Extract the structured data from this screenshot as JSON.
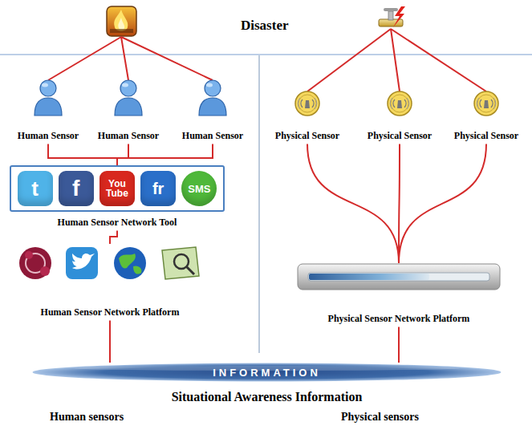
{
  "diagram": {
    "title": "Disaster",
    "nodes": [
      {
        "text": [
          "Human Sensor"
        ]
      },
      {
        "text": [
          "Human Sensor"
        ]
      },
      {
        "text": [
          "Human Sensor"
        ]
      },
      {
        "text": [
          "Human Sensor Network Tool"
        ]
      },
      {
        "text": [
          "Human Sensor Network Platform"
        ]
      },
      {
        "text": [
          "Physical Sensor"
        ]
      },
      {
        "text": [
          "Physical Sensor"
        ]
      },
      {
        "text": [
          "Physical Sensor"
        ]
      },
      {
        "text": [
          "Physical Sensor Network Platform"
        ]
      },
      {
        "text": [
          "INFORMATION",
          "Situational Awareness Information"
        ]
      }
    ],
    "edges": [
      {
        "from": 0,
        "to": 3,
        "arrow": "none"
      },
      {
        "from": 1,
        "to": 3,
        "arrow": "none"
      },
      {
        "from": 2,
        "to": 3,
        "arrow": "none"
      },
      {
        "from": 3,
        "to": 4,
        "arrow": "none"
      },
      {
        "from": 4,
        "to": 9,
        "arrow": "none"
      },
      {
        "from": 5,
        "to": 8,
        "arrow": "none"
      },
      {
        "from": 6,
        "to": 8,
        "arrow": "none"
      },
      {
        "from": 7,
        "to": 8,
        "arrow": "none"
      },
      {
        "from": 8,
        "to": 9,
        "arrow": "none"
      }
    ],
    "labels": [
      "t",
      "f",
      "You Tube",
      "fr",
      "SMS",
      "Human sensors",
      "Physical sensors"
    ]
  }
}
